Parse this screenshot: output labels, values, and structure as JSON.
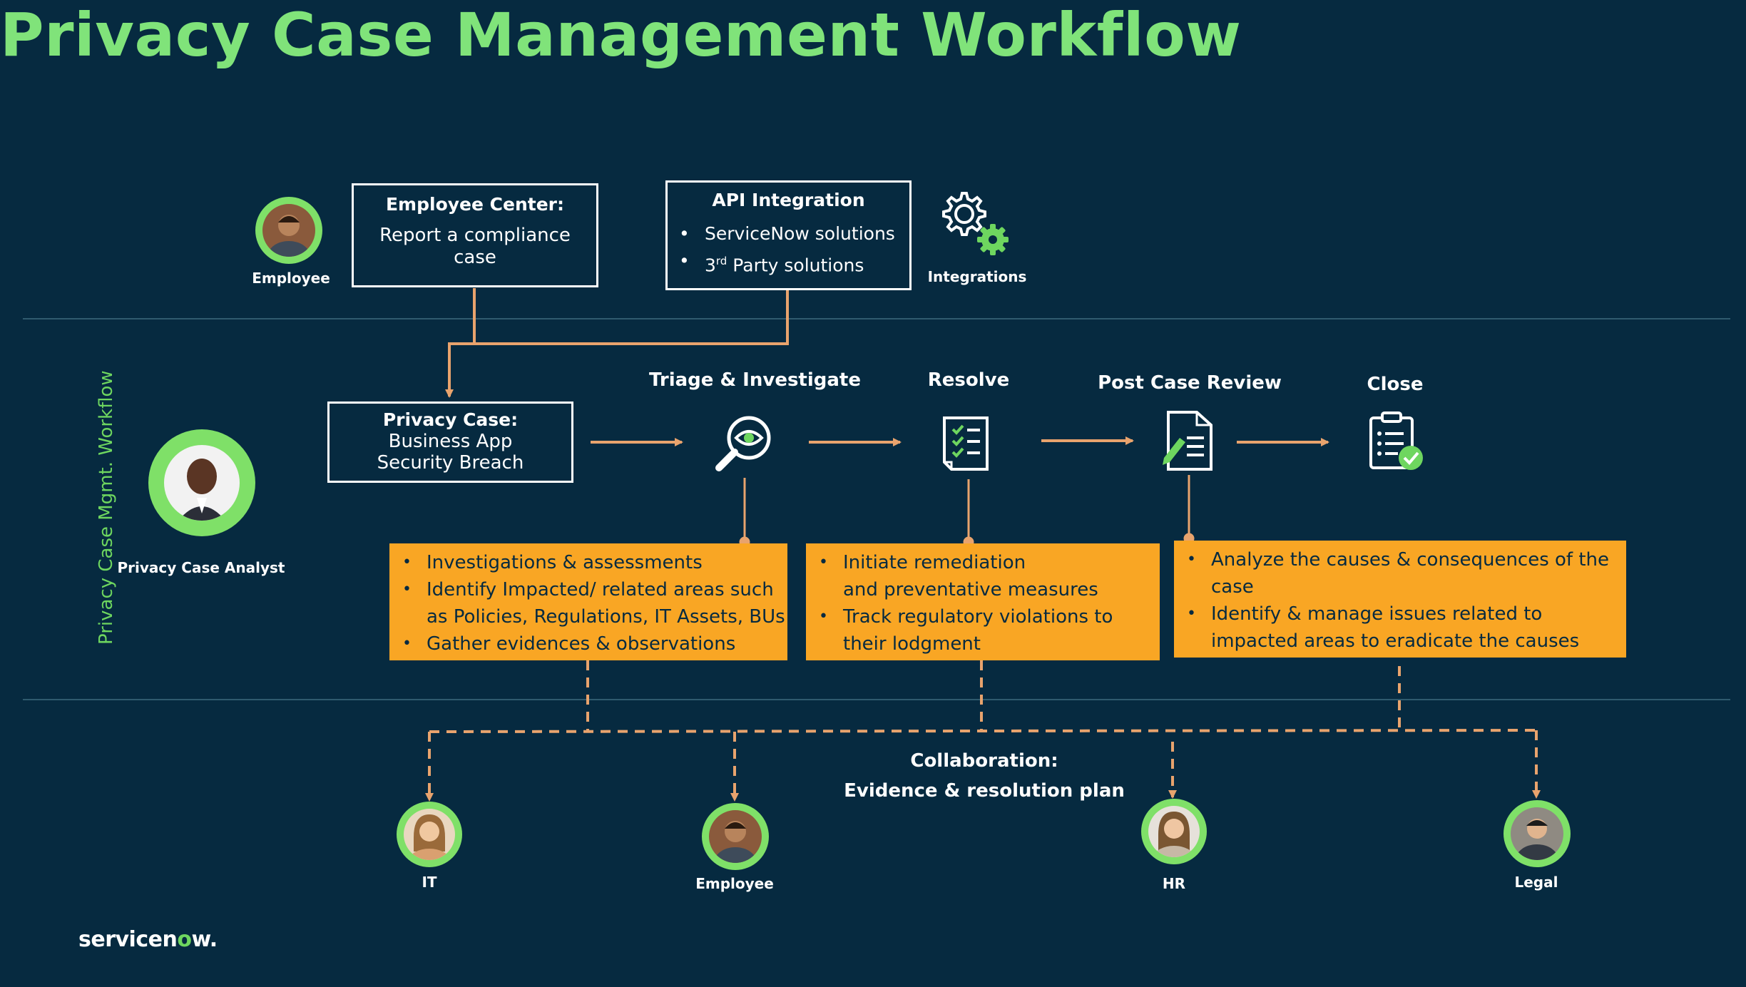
{
  "title": "Privacy Case Management Workflow",
  "side_label": "Privacy Case Mgmt. Workflow",
  "employee_label": "Employee",
  "employee_center": {
    "title": "Employee Center:",
    "lines": [
      "Report a compliance",
      "case"
    ]
  },
  "api_integration": {
    "title": "API Integration",
    "bullets": [
      "ServiceNow solutions",
      "3",
      "rd",
      " Party solutions"
    ]
  },
  "integrations_label": "Integrations",
  "analyst_label": "Privacy Case Analyst",
  "privacy_case": {
    "title": "Privacy Case:",
    "lines": [
      "Business App",
      "Security Breach"
    ]
  },
  "steps": [
    "Triage & Investigate",
    "Resolve",
    "Post Case Review",
    "Close"
  ],
  "triage_box": [
    "Investigations & assessments",
    "Identify Impacted/ related areas such",
    "as Policies, Regulations, IT Assets, BUs",
    "Gather evidences & observations"
  ],
  "resolve_box": [
    "Initiate remediation",
    "and preventative measures",
    "Track regulatory violations to",
    "their lodgment"
  ],
  "review_box": [
    "Analyze the causes & consequences of the",
    "case",
    "Identify & manage issues related to",
    "impacted areas to eradicate the causes"
  ],
  "collaboration": {
    "line1": "Collaboration:",
    "line2": "Evidence & resolution plan"
  },
  "collaborators": [
    "IT",
    "Employee",
    "HR",
    "Legal"
  ],
  "logo": {
    "text1": "servicen",
    "o": "o",
    "text2": "w."
  },
  "colors": {
    "background": "#062a40",
    "accent_green": "#80e37a",
    "orange": "#f9a624",
    "connector": "#e8a36d"
  }
}
